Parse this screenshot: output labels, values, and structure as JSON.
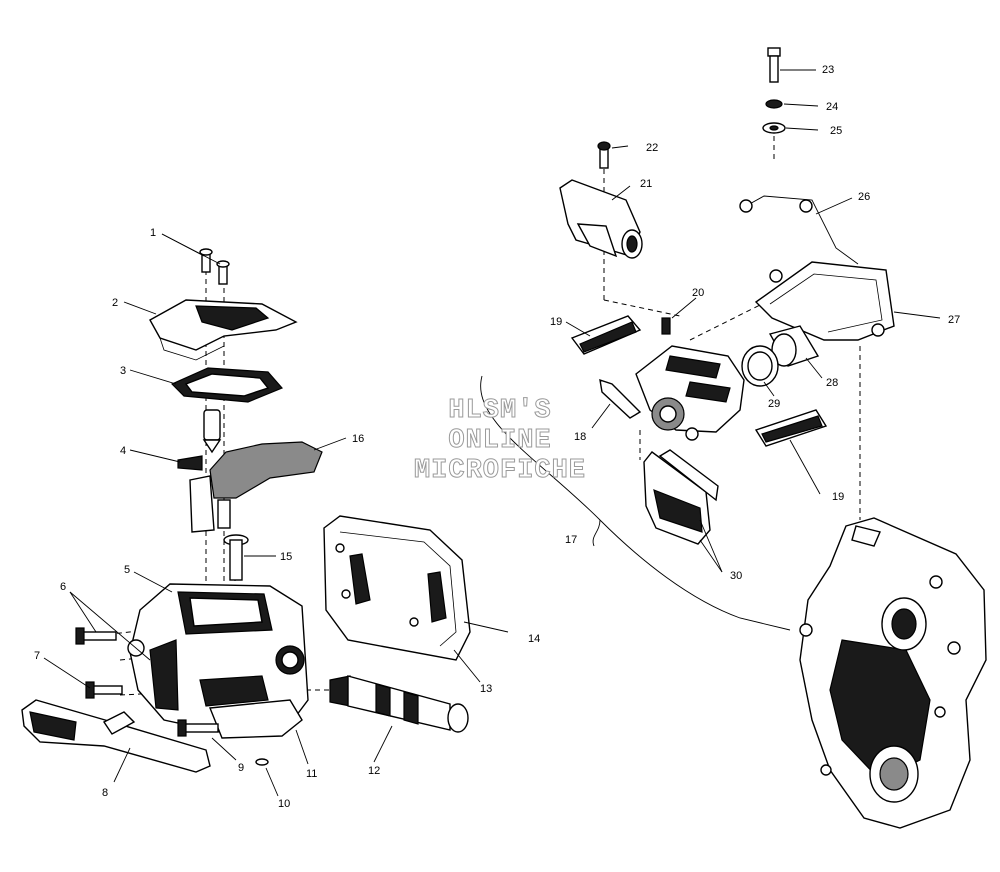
{
  "diagram": {
    "watermark_lines": [
      "HLSM'S",
      "ONLINE",
      "MICROFICHE"
    ],
    "callouts": [
      "1",
      "2",
      "3",
      "4",
      "5",
      "6",
      "7",
      "8",
      "9",
      "10",
      "11",
      "12",
      "13",
      "14",
      "15",
      "16",
      "17",
      "18",
      "19",
      "19",
      "20",
      "21",
      "22",
      "23",
      "24",
      "25",
      "26",
      "27",
      "28",
      "29",
      "30"
    ]
  }
}
